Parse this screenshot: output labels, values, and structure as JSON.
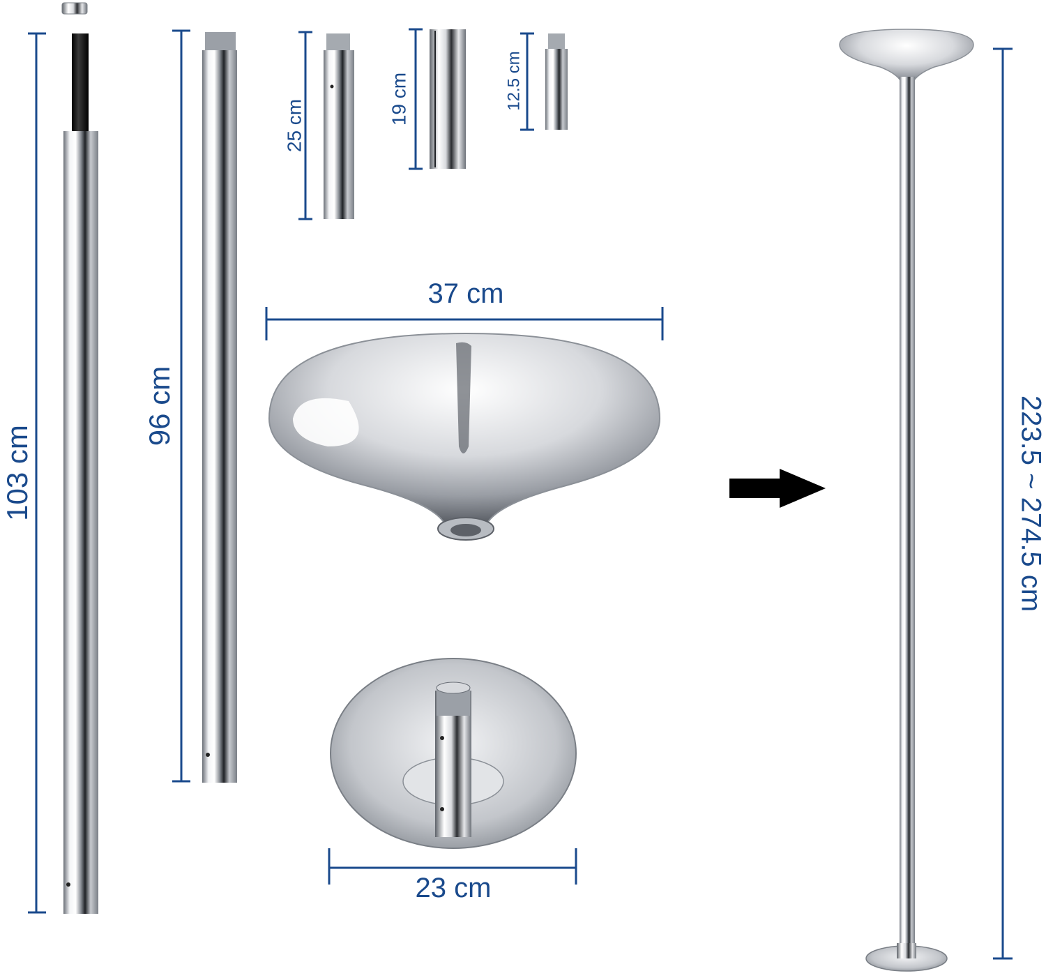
{
  "colors": {
    "dimension": "#1a4a8c",
    "chrome_light": "#ffffff",
    "chrome_mid": "#c9ccd1",
    "chrome_dark": "#3b3f45",
    "arrow": "#000000",
    "thread": "#111111"
  },
  "dimensions": {
    "pole_long": "103 cm",
    "pole_mid": "96 cm",
    "ext_25": "25 cm",
    "ext_19": "19 cm",
    "ext_12": "12.5 cm",
    "dome_width": "37 cm",
    "base_width": "23 cm",
    "total_height": "223.5 ~ 274.5 cm"
  },
  "icons": {
    "arrow": "right-arrow-icon"
  }
}
